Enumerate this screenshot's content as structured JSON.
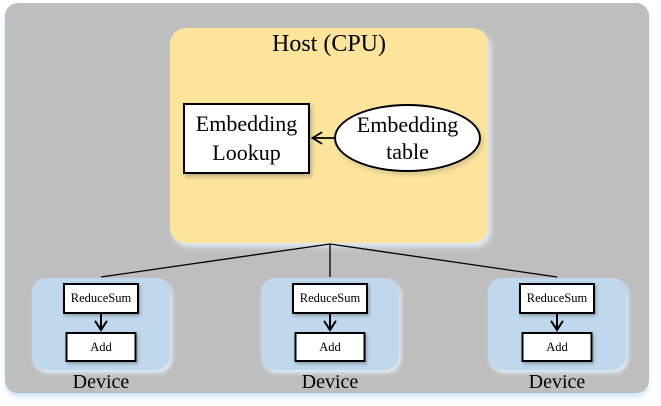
{
  "diagram": {
    "host": {
      "title": "Host (CPU)",
      "lookup_label": "Embedding Lookup",
      "table_label": "Embedding table"
    },
    "devices": [
      {
        "label": "Device",
        "op1": "ReduceSum",
        "op2": "Add"
      },
      {
        "label": "Device",
        "op1": "ReduceSum",
        "op2": "Add"
      },
      {
        "label": "Device",
        "op1": "ReduceSum",
        "op2": "Add"
      }
    ],
    "colors": {
      "host_fill": "#FCE49B",
      "device_fill": "#BFD8EE",
      "board_fill": "#BEBEBE",
      "node_fill": "#FFFFFF",
      "line": "#000000"
    }
  }
}
